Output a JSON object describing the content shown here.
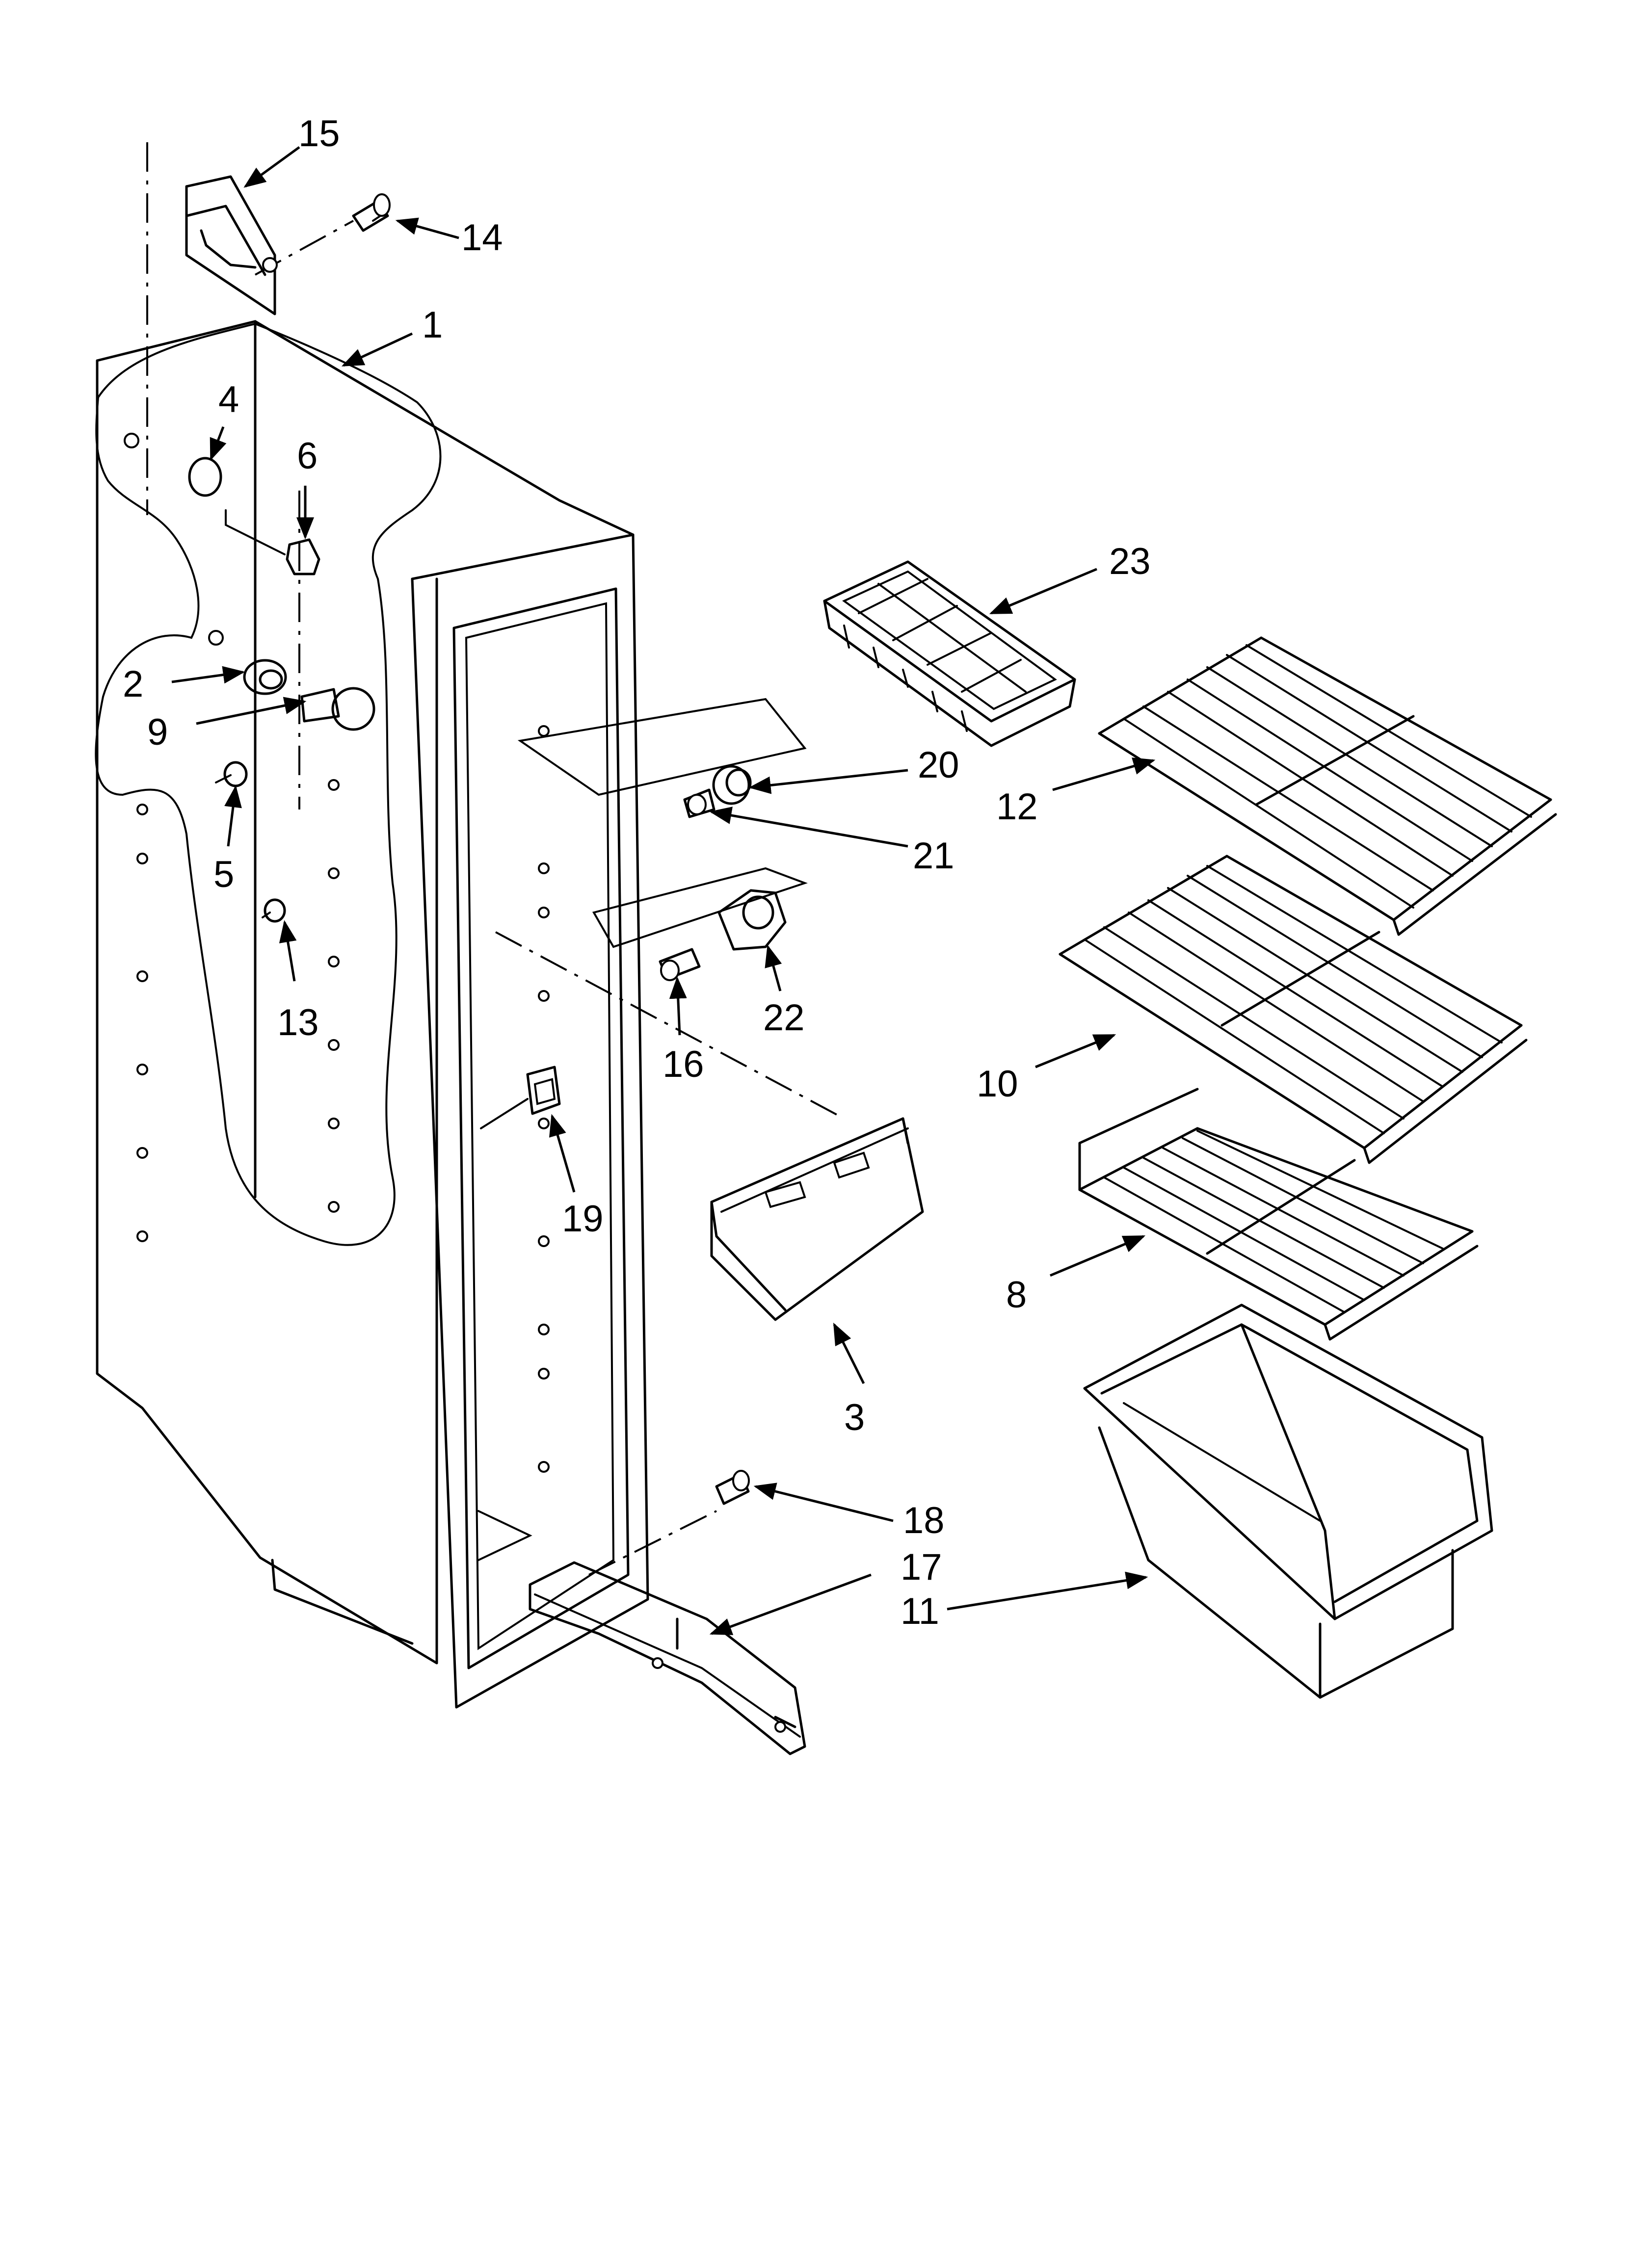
{
  "diagram": {
    "callouts": [
      {
        "id": "c15",
        "text": "15"
      },
      {
        "id": "c14",
        "text": "14"
      },
      {
        "id": "c1",
        "text": "1"
      },
      {
        "id": "c4",
        "text": "4"
      },
      {
        "id": "c6",
        "text": "6"
      },
      {
        "id": "c2",
        "text": "2"
      },
      {
        "id": "c9",
        "text": "9"
      },
      {
        "id": "c5",
        "text": "5"
      },
      {
        "id": "c13",
        "text": "13"
      },
      {
        "id": "c23",
        "text": "23"
      },
      {
        "id": "c20",
        "text": "20"
      },
      {
        "id": "c21",
        "text": "21"
      },
      {
        "id": "c12",
        "text": "12"
      },
      {
        "id": "c22",
        "text": "22"
      },
      {
        "id": "c16",
        "text": "16"
      },
      {
        "id": "c10",
        "text": "10"
      },
      {
        "id": "c19",
        "text": "19"
      },
      {
        "id": "c8",
        "text": "8"
      },
      {
        "id": "c3",
        "text": "3"
      },
      {
        "id": "c18",
        "text": "18"
      },
      {
        "id": "c17",
        "text": "17"
      },
      {
        "id": "c11",
        "text": "11"
      }
    ]
  }
}
